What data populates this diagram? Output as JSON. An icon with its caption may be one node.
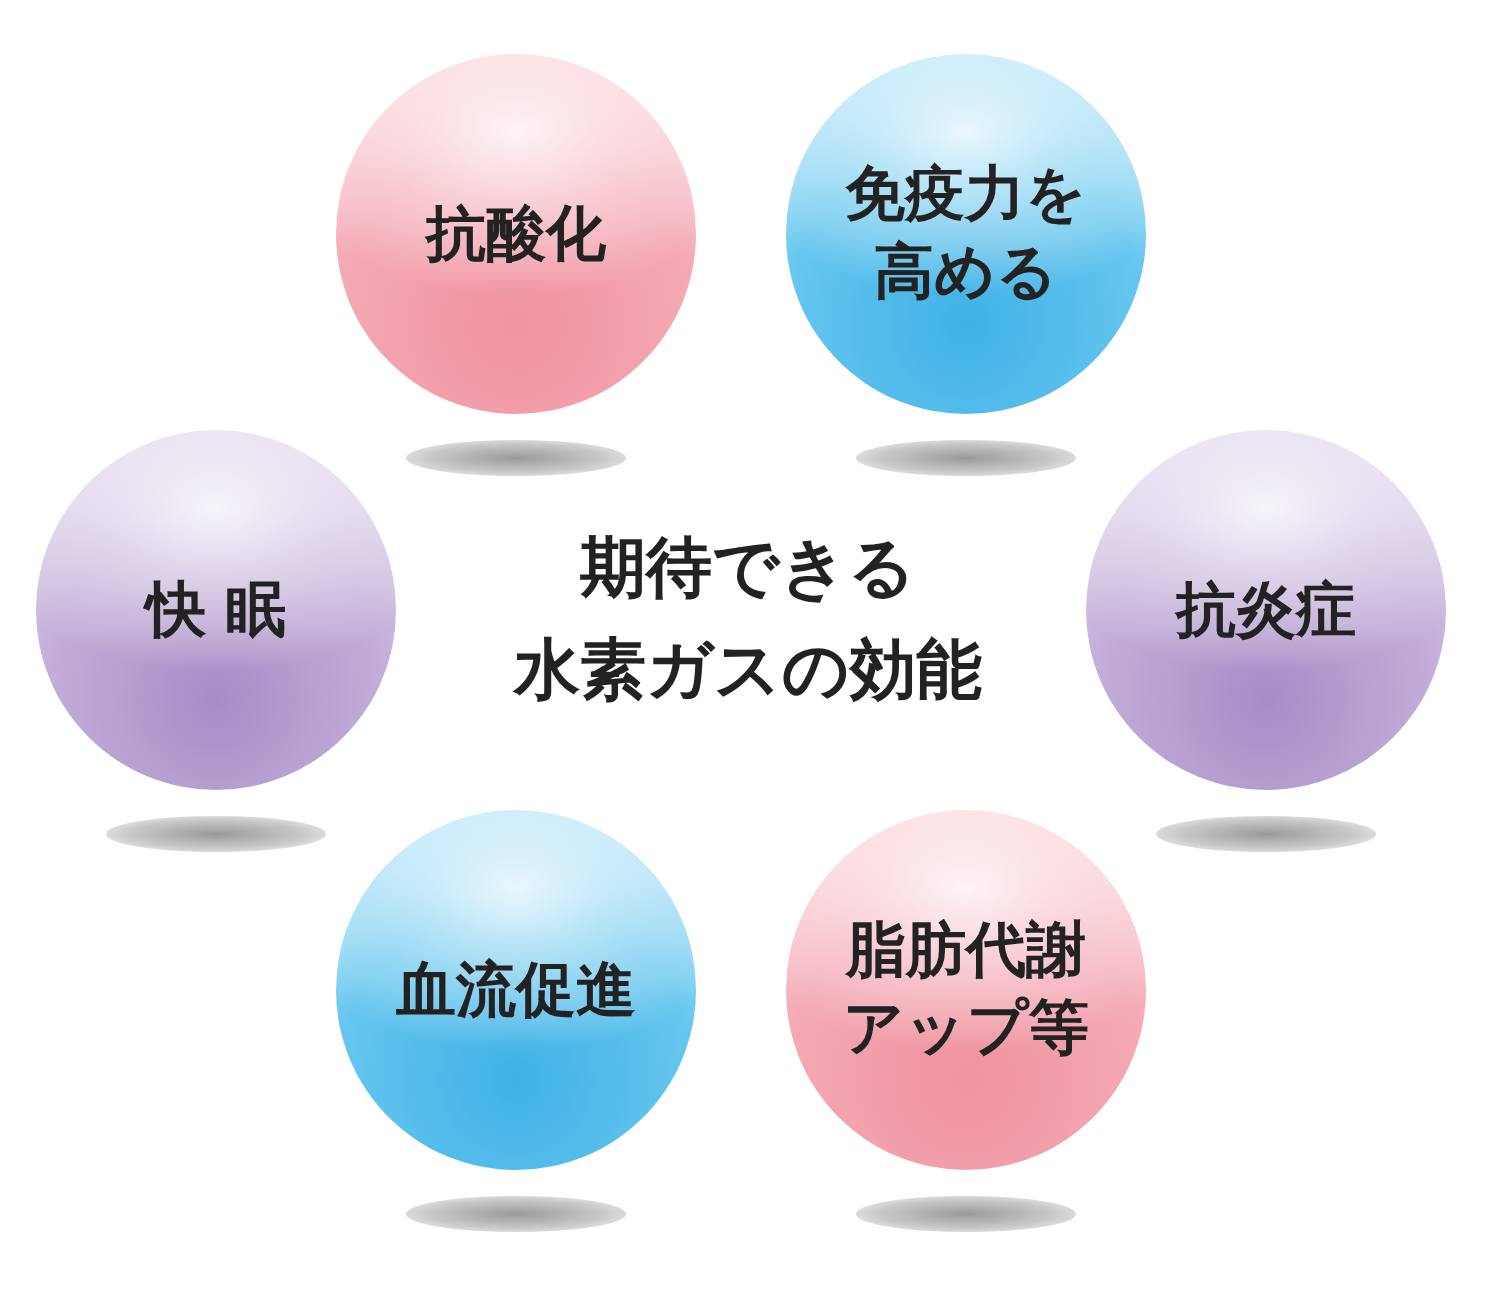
{
  "diagram": {
    "title": "期待できる水素ガスの効能",
    "nodes": [
      {
        "text": [
          "抗酸化"
        ]
      },
      {
        "text": [
          "免疫力を高める"
        ]
      },
      {
        "text": [
          "快 眠"
        ]
      },
      {
        "text": [
          "抗炎症"
        ]
      },
      {
        "text": [
          "血流促進"
        ]
      },
      {
        "text": [
          "脂肪代謝アップ等"
        ]
      }
    ]
  }
}
